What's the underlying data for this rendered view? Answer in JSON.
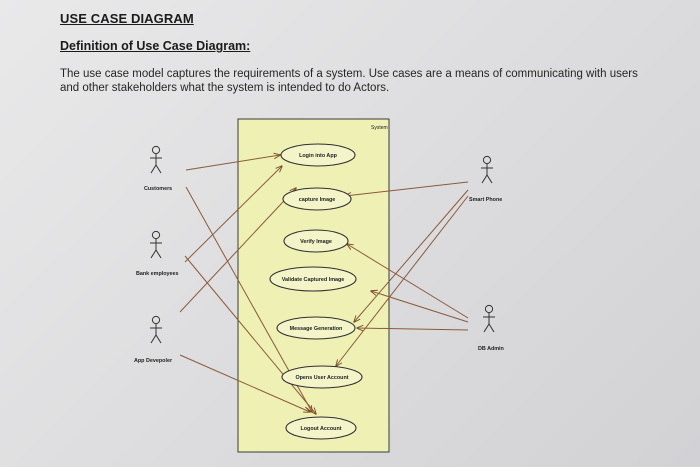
{
  "heading": "USE CASE DIAGRAM",
  "definition_heading": "Definition of Use Case Diagram:",
  "intro_text": "The use case model captures the requirements of a system. Use cases are a means of communicating with users and other stakeholders what the system is intended to do Actors.",
  "diagram": {
    "system_label": "System",
    "use_cases": [
      {
        "id": "login",
        "label": "Login into App"
      },
      {
        "id": "capture",
        "label": "capture Image"
      },
      {
        "id": "verify",
        "label": "Verify Image"
      },
      {
        "id": "validate",
        "label": "Validate Captured Image"
      },
      {
        "id": "message",
        "label": "Message Generation"
      },
      {
        "id": "opens",
        "label": "Opens User Account"
      },
      {
        "id": "logout",
        "label": "Logout Account"
      }
    ],
    "actors": [
      {
        "id": "customers",
        "label": "Customers"
      },
      {
        "id": "bank",
        "label": "Bank employees"
      },
      {
        "id": "app_dev",
        "label": "App Devepoler"
      },
      {
        "id": "smart_phone",
        "label": "Smart Phone"
      },
      {
        "id": "db_admin",
        "label": "DB Admin"
      }
    ],
    "associations": [
      {
        "from": "customers",
        "to": "login"
      },
      {
        "from": "customers",
        "to": "logout"
      },
      {
        "from": "bank",
        "to": "login"
      },
      {
        "from": "bank",
        "to": "opens"
      },
      {
        "from": "app_dev",
        "to": "capture"
      },
      {
        "from": "app_dev",
        "to": "logout"
      },
      {
        "from": "smart_phone",
        "to": "capture"
      },
      {
        "from": "smart_phone",
        "to": "message"
      },
      {
        "from": "smart_phone",
        "to": "opens"
      },
      {
        "from": "db_admin",
        "to": "verify"
      },
      {
        "from": "db_admin",
        "to": "validate"
      },
      {
        "from": "db_admin",
        "to": "message"
      }
    ]
  }
}
